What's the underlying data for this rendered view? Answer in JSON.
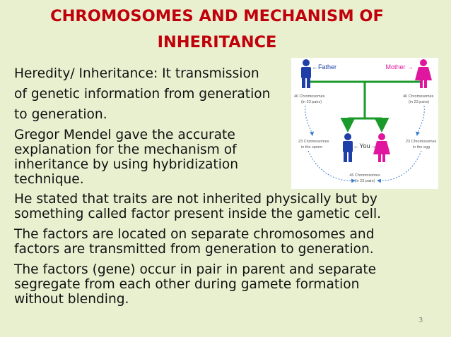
{
  "slide": {
    "title_line1": "CHROMOSOMES AND MECHANISM OF",
    "title_line2": "INHERITANCE",
    "page_number": "3",
    "lines": [
      "Heredity/ Inheritance: It transmission",
      "of genetic information from generation",
      "to generation.",
      "Gregor Mendel gave the accurate",
      "explanation for the mechanism of",
      "inheritance by using hybridization",
      "technique.",
      "He stated that traits are not inherited physically but by",
      "something called  factor present inside the gametic cell.",
      "The factors are located on separate chromosomes and",
      "factors are transmitted from generation to generation.",
      "The factors (gene) occur in pair in parent and separate",
      "segregate from each other during gamete formation",
      "without blending."
    ]
  },
  "diagram": {
    "father_label": "←Father",
    "mother_label": "Mother →",
    "father_chromo_1": "46 Chromosomes",
    "father_chromo_2": "(in 23 pairs)",
    "mother_chromo_1": "46 Chromosomes",
    "mother_chromo_2": "(in 23 pairs)",
    "sperm_1": "23 Chromosomes",
    "sperm_2": "in the sperm",
    "egg_1": "23 Chromosomes",
    "egg_2": "in the egg",
    "you_label": "←You→",
    "child_chromo_1": "46 Chromosomes",
    "child_chromo_2": "(in 23 pairs)",
    "colors": {
      "male": "#1f3fa8",
      "female": "#e0179e",
      "tree": "#1a9a2a",
      "title": "#c0000a"
    }
  }
}
